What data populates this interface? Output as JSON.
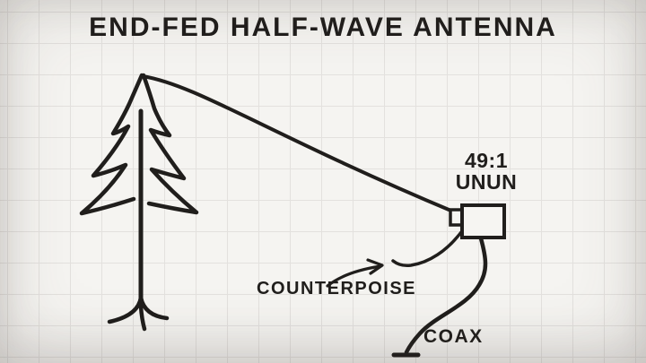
{
  "title": "END-FED HALF-WAVE ANTENNA",
  "diagram": {
    "unun": {
      "ratio_label": "49:1",
      "name_label": "UNUN"
    },
    "counterpoise_label": "COUNTERPOISE",
    "coax_label": "COAX",
    "elements": [
      "pine-tree",
      "antenna-wire",
      "unun-box",
      "unun-connector",
      "counterpoise-wire",
      "counterpoise-arrow",
      "coax-cable"
    ]
  },
  "colors": {
    "ink": "#201e1c",
    "paper": "#f5f4f1",
    "grid_line": "#e3e1de"
  }
}
